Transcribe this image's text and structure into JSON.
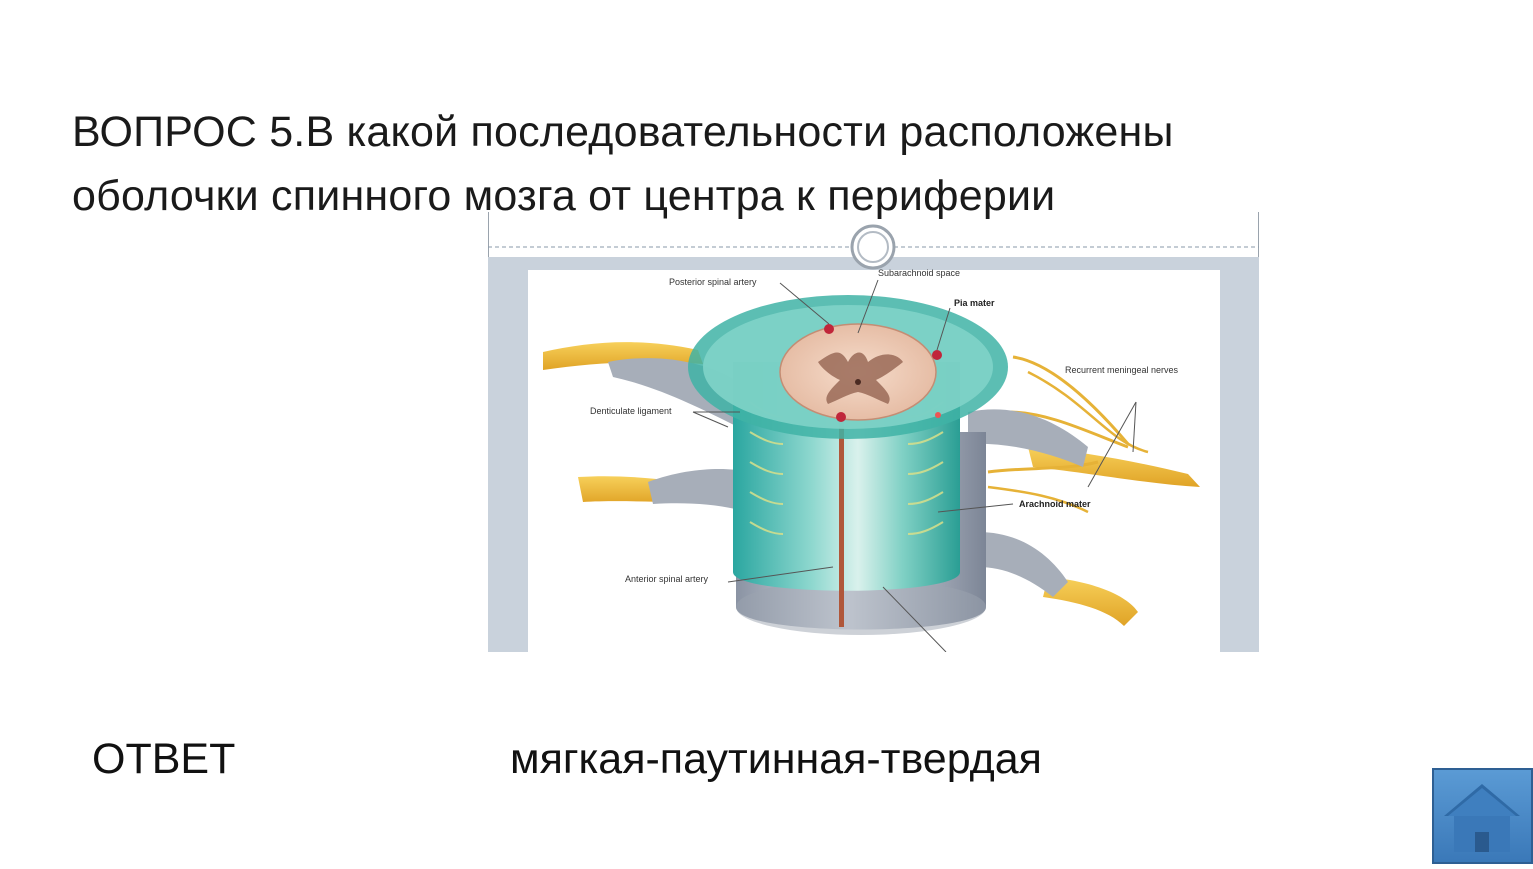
{
  "slide": {
    "question_line1": "ВОПРОС 5.В какой последовательности расположены",
    "question_line2": "оболочки спинного мозга от центра к периферии",
    "answer_label": "ОТВЕТ",
    "answer_text": "мягкая-паутинная-твердая"
  },
  "figure": {
    "labels": {
      "posterior_spinal_artery": "Posterior spinal artery",
      "subarachnoid_space": "Subarachnoid space",
      "pia_mater": "Pia mater",
      "recurrent_meningeal_nerves": "Recurrent meningeal nerves",
      "denticulate_ligament": "Denticulate ligament",
      "arachnoid_mater": "Arachnoid mater",
      "anterior_spinal_artery": "Anterior spinal artery"
    }
  },
  "home": {
    "icon": "home-icon",
    "color": "#4a86c8"
  }
}
